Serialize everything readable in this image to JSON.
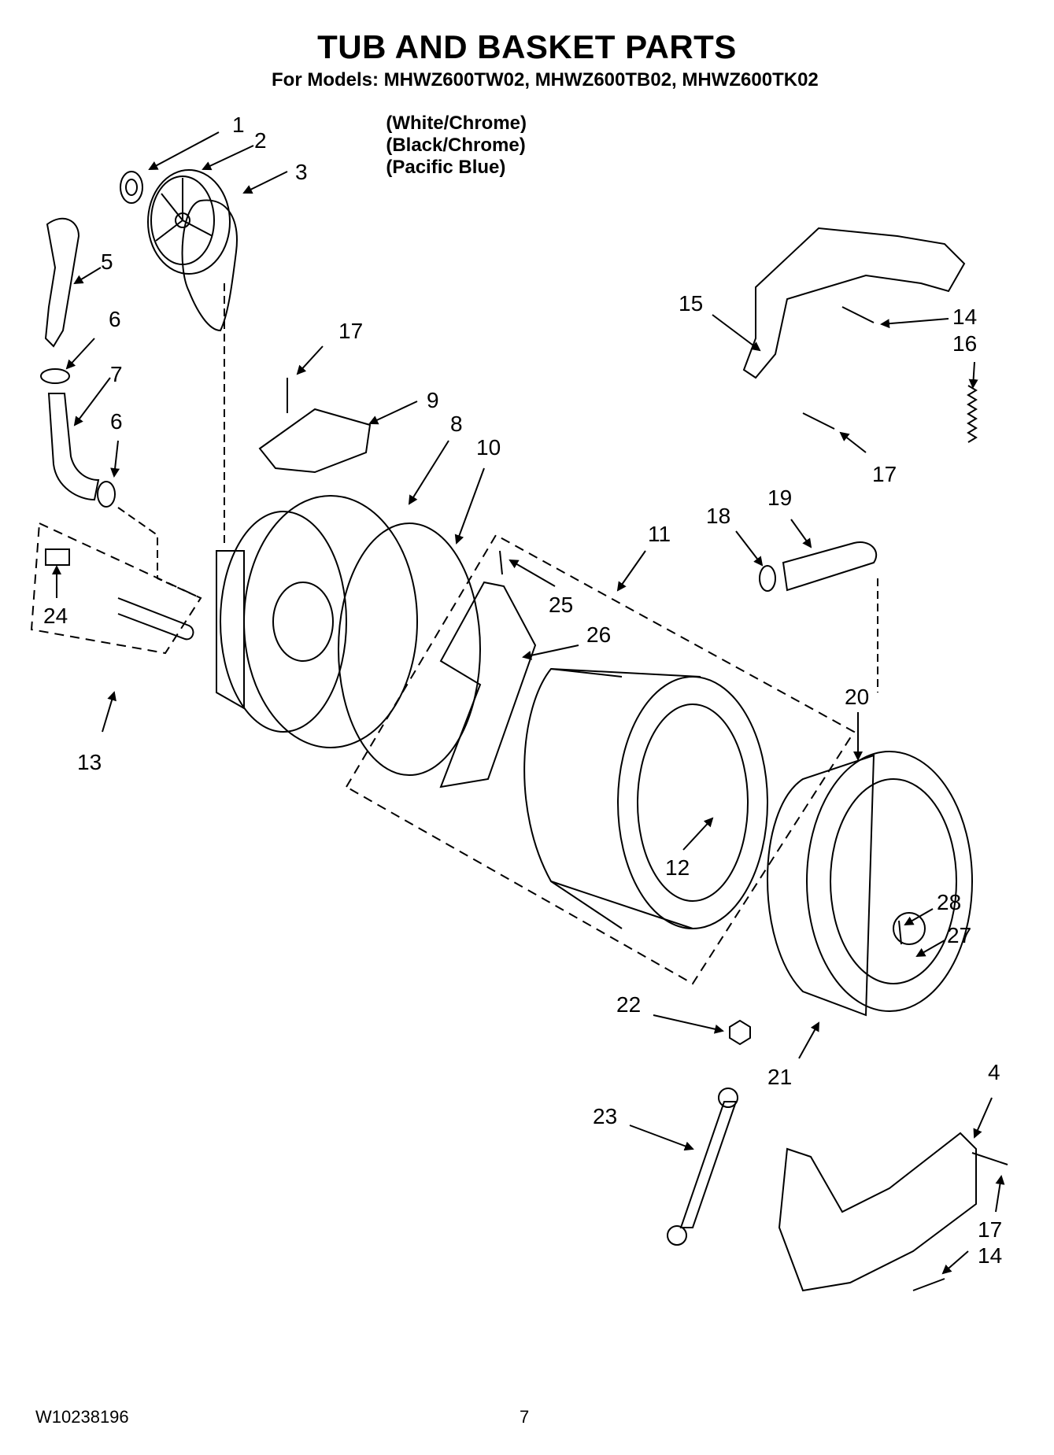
{
  "header": {
    "title": "TUB AND BASKET PARTS",
    "models_line": "For Models: MHWZ600TW02, MHWZ600TB02, MHWZ600TK02",
    "colors": [
      "(White/Chrome)",
      "(Black/Chrome)",
      "(Pacific Blue)"
    ]
  },
  "footer": {
    "doc_number": "W10238196",
    "page_number": "7"
  },
  "callouts": [
    "1",
    "2",
    "3",
    "5",
    "6",
    "7",
    "6",
    "17",
    "9",
    "8",
    "10",
    "11",
    "24",
    "13",
    "25",
    "26",
    "12",
    "15",
    "14",
    "16",
    "17",
    "18",
    "19",
    "20",
    "28",
    "27",
    "22",
    "21",
    "23",
    "4",
    "17",
    "14"
  ]
}
